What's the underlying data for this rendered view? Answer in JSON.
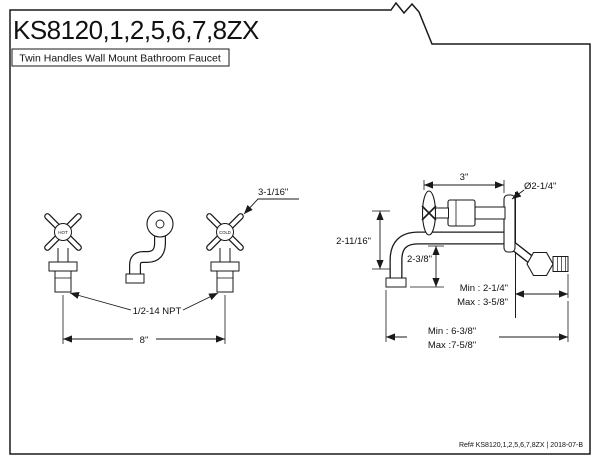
{
  "page": {
    "title": "KS8120,1,2,5,6,7,8ZX",
    "subtitle": "Twin Handles Wall Mount Bathroom Faucet",
    "ref": "Ref# KS8120,1,2,5,6,7,8ZX | 2018-07-B",
    "ink": "#1a1a1a"
  },
  "front_view": {
    "hot_label": "HOT",
    "cold_label": "COLD",
    "handle_size": "3-1/16\"",
    "spread": "8\"",
    "thread": "1/2-14 NPT"
  },
  "side_view": {
    "handle_to_wall": "3\"",
    "flange_diameter": "Ø2-1/4\"",
    "drop_total": "2-11/16\"",
    "drop_spout": "2-3/8\"",
    "wall_min": "Min : 2-1/4\"",
    "wall_max": "Max : 3-5/8\"",
    "depth_min": "Min : 6-3/8\"",
    "depth_max": "Max :7-5/8\""
  }
}
